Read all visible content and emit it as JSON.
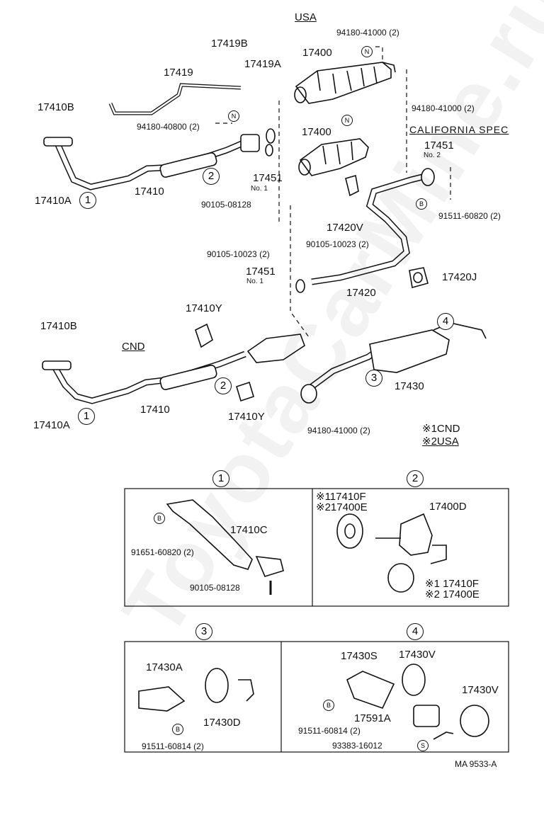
{
  "headers": {
    "usa": "USA",
    "cnd": "CND",
    "california": "CALIFORNIA SPEC"
  },
  "labels": {
    "p17400a": "17400",
    "p17400b": "17400",
    "p94180_top": "94180-41000 (2)",
    "p94180_mid": "94180-41000 (2)",
    "p94180_bot": "94180-41000 (2)",
    "p17419b": "17419B",
    "p17419": "17419",
    "p17419a": "17419A",
    "p94180_40800": "94180-40800 (2)",
    "p17410b_top": "17410B",
    "p17410b_bot": "17410B",
    "p17410_top": "17410",
    "p17410_bot": "17410",
    "p17410a_top": "17410A",
    "p17410a_bot": "17410A",
    "p17451_left": "17451",
    "p17451_left_no": "No. 1",
    "p17451_right": "17451",
    "p17451_right_no": "No. 2",
    "p17451_lower": "17451",
    "p17451_lower_no": "No. 1",
    "p90105_08128": "90105-08128",
    "p90105_10023a": "90105-10023 (2)",
    "p90105_10023b": "90105-10023 (2)",
    "p17420v": "17420V",
    "p17420": "17420",
    "p17420j": "17420J",
    "p91511_60820": "91511-60820 (2)",
    "p17410y_top": "17410Y",
    "p17410y_bot": "17410Y",
    "p17430": "17430",
    "legend_1": "※1CND",
    "legend_2": "※2USA",
    "d1_17410c": "17410C",
    "d1_91651": "91651-60820 (2)",
    "d1_90105": "90105-08128",
    "d2_17410f_top": "※117410F",
    "d2_17400e_top": "※217400E",
    "d2_17400d": "17400D",
    "d2_17410f_bot": "※1 17410F",
    "d2_17400e_bot": "※2 17400E",
    "d3_17430a": "17430A",
    "d3_17430d": "17430D",
    "d3_91511": "91511-60814 (2)",
    "d4_17430s": "17430S",
    "d4_17430v_a": "17430V",
    "d4_17430v_b": "17430V",
    "d4_17591a": "17591A",
    "d4_91511": "91511-60814 (2)",
    "d4_93383": "93383-16012",
    "code": "MA  9533-A",
    "watermark": "ToyotaCarMine.ru"
  },
  "callouts": {
    "c1": "1",
    "c2": "2",
    "c3": "3",
    "c4": "4",
    "letter_n": "N",
    "letter_b": "B",
    "letter_s": "S"
  }
}
